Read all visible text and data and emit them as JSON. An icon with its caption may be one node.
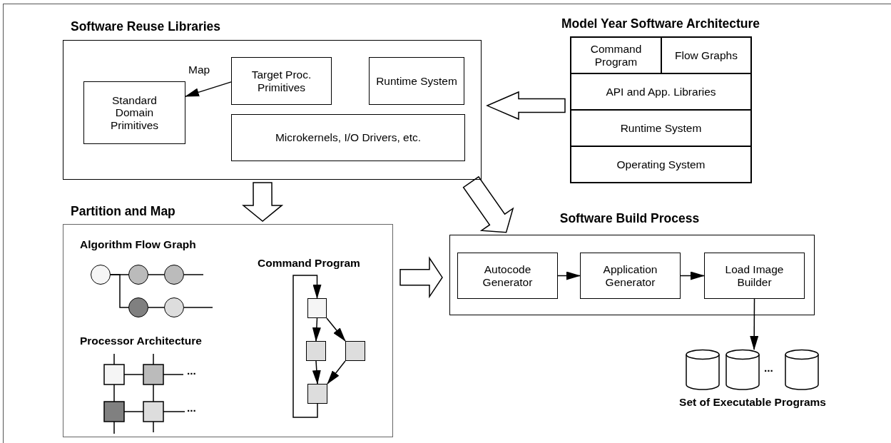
{
  "diagram": {
    "nodes": [
      {
        "text": [
          "Software Reuse Libraries"
        ]
      },
      {
        "text": [
          "Standard Domain Primitives"
        ],
        "in": 0
      },
      {
        "text": [
          "Target Proc. Primitives"
        ],
        "in": 0
      },
      {
        "text": [
          "Runtime System"
        ],
        "in": 0
      },
      {
        "text": [
          "Microkernels, I/O Drivers, etc."
        ],
        "in": 0
      },
      {
        "text": [
          "Model Year Software Architecture"
        ]
      },
      {
        "text": [
          "Command Program"
        ],
        "in": 5
      },
      {
        "text": [
          "Flow Graphs"
        ],
        "in": 5
      },
      {
        "text": [
          "API and App. Libraries"
        ],
        "in": 5
      },
      {
        "text": [
          "Runtime System"
        ],
        "in": 5
      },
      {
        "text": [
          "Operating System"
        ],
        "in": 5
      },
      {
        "text": [
          "Partition and Map"
        ]
      },
      {
        "text": [],
        "shape": "circle",
        "in": 11
      },
      {
        "text": [],
        "shape": "circle",
        "in": 11
      },
      {
        "text": [],
        "shape": "circle",
        "in": 11
      },
      {
        "text": [],
        "shape": "circle",
        "in": 11
      },
      {
        "text": [],
        "shape": "circle",
        "in": 11
      },
      {
        "text": [],
        "shape": "box",
        "in": 11
      },
      {
        "text": [],
        "shape": "box",
        "in": 11
      },
      {
        "text": [],
        "shape": "box",
        "in": 11
      },
      {
        "text": [],
        "shape": "box",
        "in": 11
      },
      {
        "text": [
          "Software Build Process"
        ]
      },
      {
        "text": [
          "Autocode Generator"
        ],
        "in": 21
      },
      {
        "text": [
          "Application Generator"
        ],
        "in": 21
      },
      {
        "text": [
          "Load Image Builder"
        ],
        "in": 21
      },
      {
        "text": [
          "Set of Executable Programs"
        ]
      }
    ],
    "edges": [
      {
        "from": 2,
        "to": 1,
        "arrow": "to",
        "label": "Map"
      },
      {
        "from": 5,
        "to": 0,
        "arrow": "to",
        "style": "thick"
      },
      {
        "from": 0,
        "to": 11,
        "arrow": "to",
        "style": "thick"
      },
      {
        "from": 0,
        "to": 21,
        "arrow": "to",
        "style": "thick"
      },
      {
        "from": 11,
        "to": 21,
        "arrow": "to",
        "style": "thick"
      },
      {
        "from": 12,
        "to": 13,
        "arrow": "none"
      },
      {
        "from": 13,
        "to": 14,
        "arrow": "none"
      },
      {
        "from": 12,
        "to": 15,
        "arrow": "none"
      },
      {
        "from": 15,
        "to": 16,
        "arrow": "none"
      },
      {
        "from": 14,
        "to": null,
        "arrow": "none"
      },
      {
        "from": 16,
        "to": null,
        "arrow": "none"
      },
      {
        "from": 17,
        "to": 18,
        "arrow": "to"
      },
      {
        "from": 17,
        "to": 19,
        "arrow": "to"
      },
      {
        "from": 18,
        "to": 20,
        "arrow": "to"
      },
      {
        "from": 19,
        "to": 20,
        "arrow": "to"
      },
      {
        "from": 20,
        "to": 17,
        "arrow": "to"
      },
      {
        "from": 22,
        "to": 23,
        "arrow": "to"
      },
      {
        "from": 23,
        "to": 24,
        "arrow": "to"
      },
      {
        "from": 24,
        "to": 25,
        "arrow": "to"
      }
    ],
    "labels": [
      "Algorithm Flow Graph",
      "Processor Architecture",
      "Command Program",
      "...",
      "...",
      "..."
    ]
  }
}
